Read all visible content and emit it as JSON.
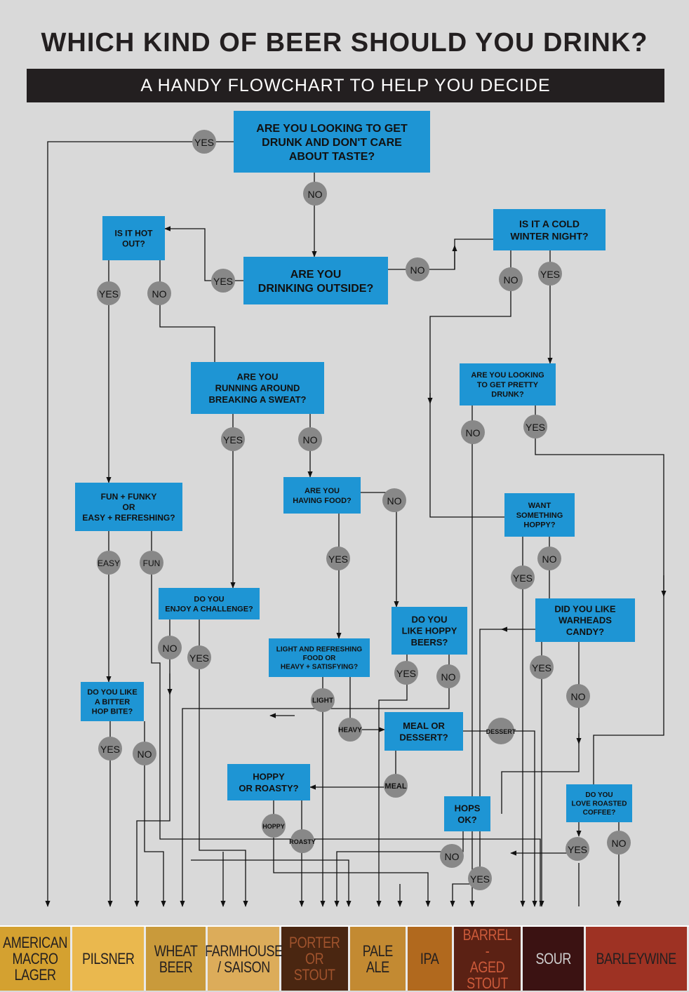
{
  "title": "WHICH KIND OF BEER SHOULD YOU DRINK?",
  "subtitle": "A HANDY FLOWCHART TO HELP YOU DECIDE",
  "colors": {
    "background": "#d9d9d9",
    "question_box": "#1e95d4",
    "answer_circle": "#888888",
    "subtitle_bar": "#231f20"
  },
  "questions": [
    {
      "id": "q-drunk-taste",
      "lines": [
        "ARE YOU LOOKING TO GET",
        "DRUNK AND DON'T CARE",
        "ABOUT TASTE?"
      ]
    },
    {
      "id": "q-drinking-outside",
      "lines": [
        "ARE YOU",
        "DRINKING OUTSIDE?"
      ]
    },
    {
      "id": "q-hot-out",
      "lines": [
        "IS IT HOT",
        "OUT?"
      ]
    },
    {
      "id": "q-cold-winter",
      "lines": [
        "IS IT A COLD",
        "WINTER NIGHT?"
      ]
    },
    {
      "id": "q-breaking-sweat",
      "lines": [
        "ARE YOU",
        "RUNNING AROUND",
        "BREAKING A SWEAT?"
      ]
    },
    {
      "id": "q-pretty-drunk",
      "lines": [
        "ARE YOU LOOKING",
        "TO GET PRETTY",
        "DRUNK?"
      ]
    },
    {
      "id": "q-fun-easy",
      "lines": [
        "FUN + FUNKY",
        "OR",
        "EASY + REFRESHING?"
      ]
    },
    {
      "id": "q-having-food",
      "lines": [
        "ARE YOU",
        "HAVING FOOD?"
      ]
    },
    {
      "id": "q-want-hoppy",
      "lines": [
        "WANT",
        "SOMETHING",
        "HOPPY?"
      ]
    },
    {
      "id": "q-challenge",
      "lines": [
        "DO YOU",
        "ENJOY A CHALLENGE?"
      ]
    },
    {
      "id": "q-like-hoppy",
      "lines": [
        "DO YOU",
        "LIKE HOPPY",
        "BEERS?"
      ]
    },
    {
      "id": "q-warheads",
      "lines": [
        "DID YOU LIKE",
        "WARHEADS",
        "CANDY?"
      ]
    },
    {
      "id": "q-light-heavy",
      "lines": [
        "LIGHT AND REFRESHING",
        "FOOD OR",
        "HEAVY + SATISFYING?"
      ]
    },
    {
      "id": "q-bitter-bite",
      "lines": [
        "DO YOU LIKE",
        "A BITTER",
        "HOP BITE?"
      ]
    },
    {
      "id": "q-meal-dessert",
      "lines": [
        "MEAL OR",
        "DESSERT?"
      ]
    },
    {
      "id": "q-hoppy-roasty",
      "lines": [
        "HOPPY",
        "OR ROASTY?"
      ]
    },
    {
      "id": "q-hops-ok",
      "lines": [
        "HOPS",
        "OK?"
      ]
    },
    {
      "id": "q-roasted-coffee",
      "lines": [
        "DO YOU",
        "LOVE ROASTED",
        "COFFEE?"
      ]
    }
  ],
  "answers": [
    "YES",
    "NO",
    "YES",
    "NO",
    "YES",
    "NO",
    "NO",
    "YES",
    "YES",
    "NO",
    "NO",
    "YES",
    "NO",
    "EASY",
    "FUN",
    "YES",
    "NO",
    "YES",
    "NO",
    "YES",
    "YES",
    "NO",
    "YES",
    "NO",
    "LIGHT",
    "HEAVY",
    "DESSERT",
    "YES",
    "NO",
    "MEAL",
    "HOPPY",
    "ROASTY",
    "NO",
    "YES",
    "YES",
    "NO"
  ],
  "beers": [
    {
      "label": "AMERICAN\nMACRO\nLAGER",
      "bg": "#d4a130",
      "fg": "#231f20"
    },
    {
      "label": "PILSNER",
      "bg": "#eab84e",
      "fg": "#231f20"
    },
    {
      "label": "WHEAT\nBEER",
      "bg": "#c99a3b",
      "fg": "#231f20"
    },
    {
      "label": "FARMHOUSE\n/ SAISON",
      "bg": "#dcac5a",
      "fg": "#231f20"
    },
    {
      "label": "PORTER\nOR\nSTOUT",
      "bg": "#4a2611",
      "fg": "#a0532d"
    },
    {
      "label": "PALE\nALE",
      "bg": "#c38a32",
      "fg": "#231f20"
    },
    {
      "label": "IPA",
      "bg": "#b1691e",
      "fg": "#231f20"
    },
    {
      "label": "BARREL -\nAGED\nSTOUT",
      "bg": "#5b2114",
      "fg": "#cc5a3a"
    },
    {
      "label": "SOUR",
      "bg": "#3b1212",
      "fg": "#cfcfcf"
    },
    {
      "label": "BARLEYWINE",
      "bg": "#9e3223",
      "fg": "#231f20"
    }
  ]
}
